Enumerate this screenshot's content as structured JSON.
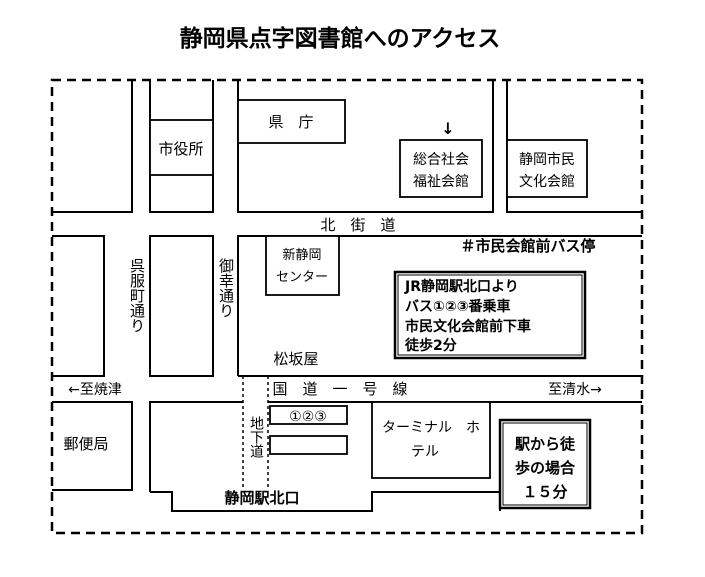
{
  "title": "静岡県点字図書館へのアクセス",
  "roads": {
    "kitakaido": "北　街　道",
    "kokudo1": "国　道　一　号　線",
    "to_yaizu": "←至焼津",
    "to_shimizu": "至清水→",
    "gofukucho": "呉服町通り",
    "miyuki": "御幸通り",
    "chika": "地下道"
  },
  "buildings": {
    "shiyakusho": "市役所",
    "kencho": "県　庁",
    "sogo_line1": "総合社会",
    "sogo_line2": "福祉会館",
    "shimin_line1": "静岡市民",
    "shimin_line2": "文化会館",
    "shinshizuoka_line1": "新静岡",
    "shinshizuoka_line2": "センター",
    "matsuzakaya": "松坂屋",
    "yubinkyoku": "郵便局",
    "terminal_line1": "ターミナル　ホ",
    "terminal_line2": "テル",
    "station": "静岡駅北口"
  },
  "marks": {
    "arrow_down": "↓",
    "bus_stop": "＃市民会館前バス停",
    "bus_stops_numbers": "①②③"
  },
  "info_bus": {
    "line1": "JR静岡駅北口より",
    "line2": "バス①②③番乗車",
    "line3": "市民文化会館前下車",
    "line4": "徒歩2分"
  },
  "info_walk": {
    "line1": "駅から徒",
    "line2": "歩の場合",
    "line3": "１５分"
  }
}
